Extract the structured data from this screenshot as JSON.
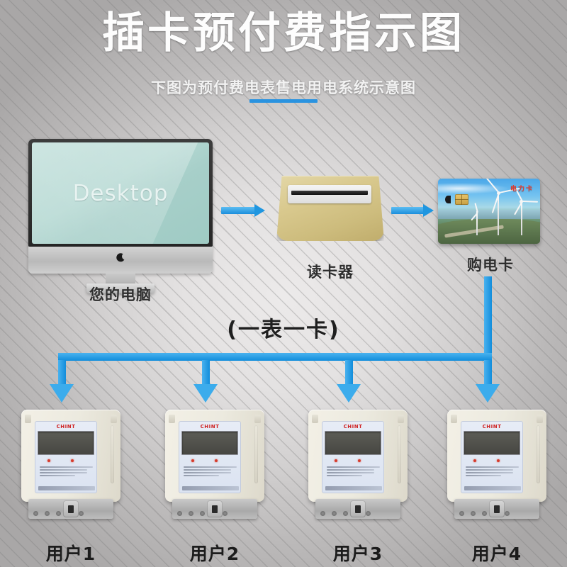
{
  "header": {
    "title": "插卡预付费指示图",
    "subtitle": "下图为预付费电表售电用电系统示意图"
  },
  "nodes": {
    "computer": {
      "caption": "您的电脑",
      "screen_text": "Desktop",
      "logo_icon": "crescent-moon-icon"
    },
    "reader": {
      "caption": "读卡器"
    },
    "card": {
      "caption": "购电卡",
      "red_text": "电力卡",
      "chip_icon": "smart-card-chip-icon"
    }
  },
  "middle_note": "(一表一卡)",
  "meters": [
    {
      "label": "用户1",
      "brand": "CHINT",
      "lcd_value": ""
    },
    {
      "label": "用户2",
      "brand": "CHINT",
      "lcd_value": ""
    },
    {
      "label": "用户3",
      "brand": "CHINT",
      "lcd_value": ""
    },
    {
      "label": "用户4",
      "brand": "CHINT",
      "lcd_value": ""
    }
  ],
  "colors": {
    "accent_blue": "#1f96e0",
    "bus_blue": "#128ddb",
    "underline_blue": "#2a93e0",
    "card_red": "#e23b2e",
    "meter_body": "#eceadf",
    "screen_teal": "#b4d8d2"
  },
  "flow_arrows": [
    {
      "name": "computer-to-reader",
      "direction": "right"
    },
    {
      "name": "reader-to-card",
      "direction": "right"
    },
    {
      "name": "card-to-meter-1",
      "direction": "down"
    },
    {
      "name": "card-to-meter-2",
      "direction": "down"
    },
    {
      "name": "card-to-meter-3",
      "direction": "down"
    },
    {
      "name": "card-to-meter-4",
      "direction": "down"
    }
  ]
}
